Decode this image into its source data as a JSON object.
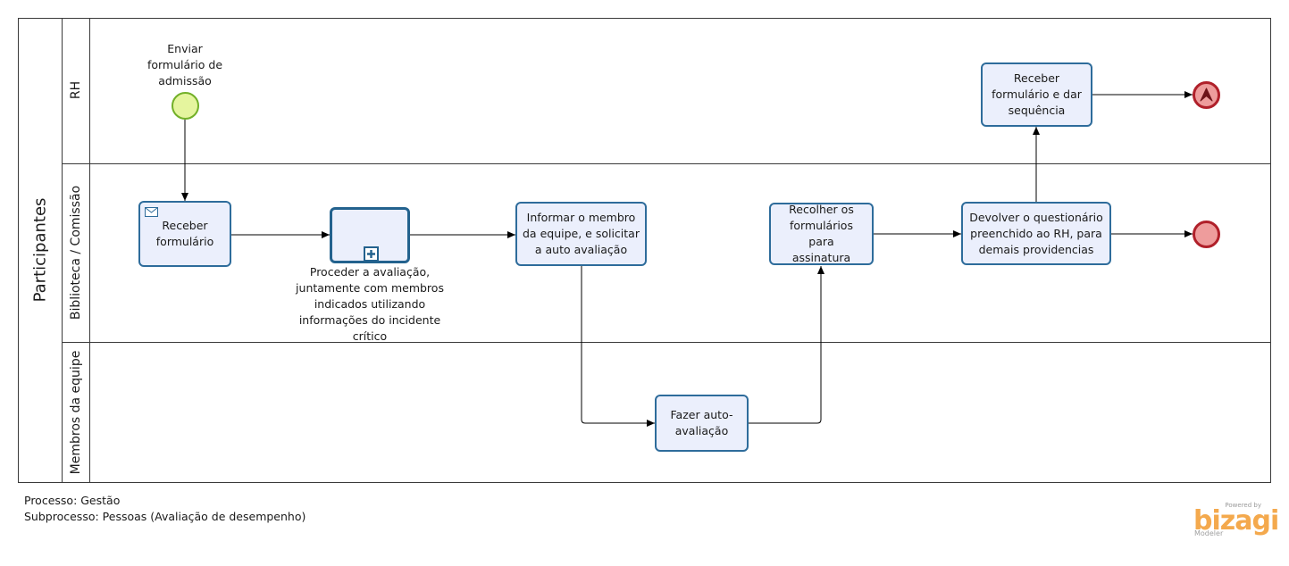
{
  "pool": {
    "label": "Participantes"
  },
  "lanes": [
    {
      "label": "RH"
    },
    {
      "label": "Biblioteca / Comissão"
    },
    {
      "label": "Membros da equipe"
    }
  ],
  "start_event": {
    "label": "Enviar formulário de admissão",
    "lines": [
      "Enviar",
      "formulário de",
      "admissão"
    ]
  },
  "tasks": {
    "receber_formulario": {
      "lines": [
        "Receber",
        "formulário"
      ],
      "icon": "envelope-icon"
    },
    "proceder_avaliacao": {
      "lines": [
        "Proceder a avaliação,",
        "juntamente com membros",
        "indicados utilizando",
        "informações do incidente",
        "crítico"
      ],
      "icon": "plus-square-icon"
    },
    "informar_membro": {
      "lines": [
        "Informar o membro",
        "da equipe, e solicitar",
        "a auto avaliação"
      ]
    },
    "fazer_auto": {
      "lines": [
        "Fazer auto-",
        "avaliação"
      ]
    },
    "recolher": {
      "lines": [
        "Recolher os",
        "formulários para",
        "assinatura"
      ]
    },
    "devolver": {
      "lines": [
        "Devolver o questionário",
        "preenchido ao RH, para",
        "demais providencias"
      ]
    },
    "receber_rh": {
      "lines": [
        "Receber",
        "formulário e dar",
        "sequência"
      ]
    }
  },
  "end_events": {
    "escalation": {
      "icon": "escalation-arrow-icon"
    },
    "plain": {}
  },
  "footer": {
    "processo": "Processo: Gestão",
    "subprocesso": "Subprocesso: Pessoas (Avaliação de desempenho)"
  },
  "logo": {
    "powered": "Powered by",
    "brand": "bizagi",
    "product": "Modeler"
  },
  "colors": {
    "task_fill": "#ebeffc",
    "task_stroke": "#2e6c9b",
    "start_fill": "#e5f59e",
    "start_stroke": "#72b028",
    "end_fill": "#ee9c9c",
    "end_stroke": "#b0202a",
    "logo": "#f4a94d"
  }
}
